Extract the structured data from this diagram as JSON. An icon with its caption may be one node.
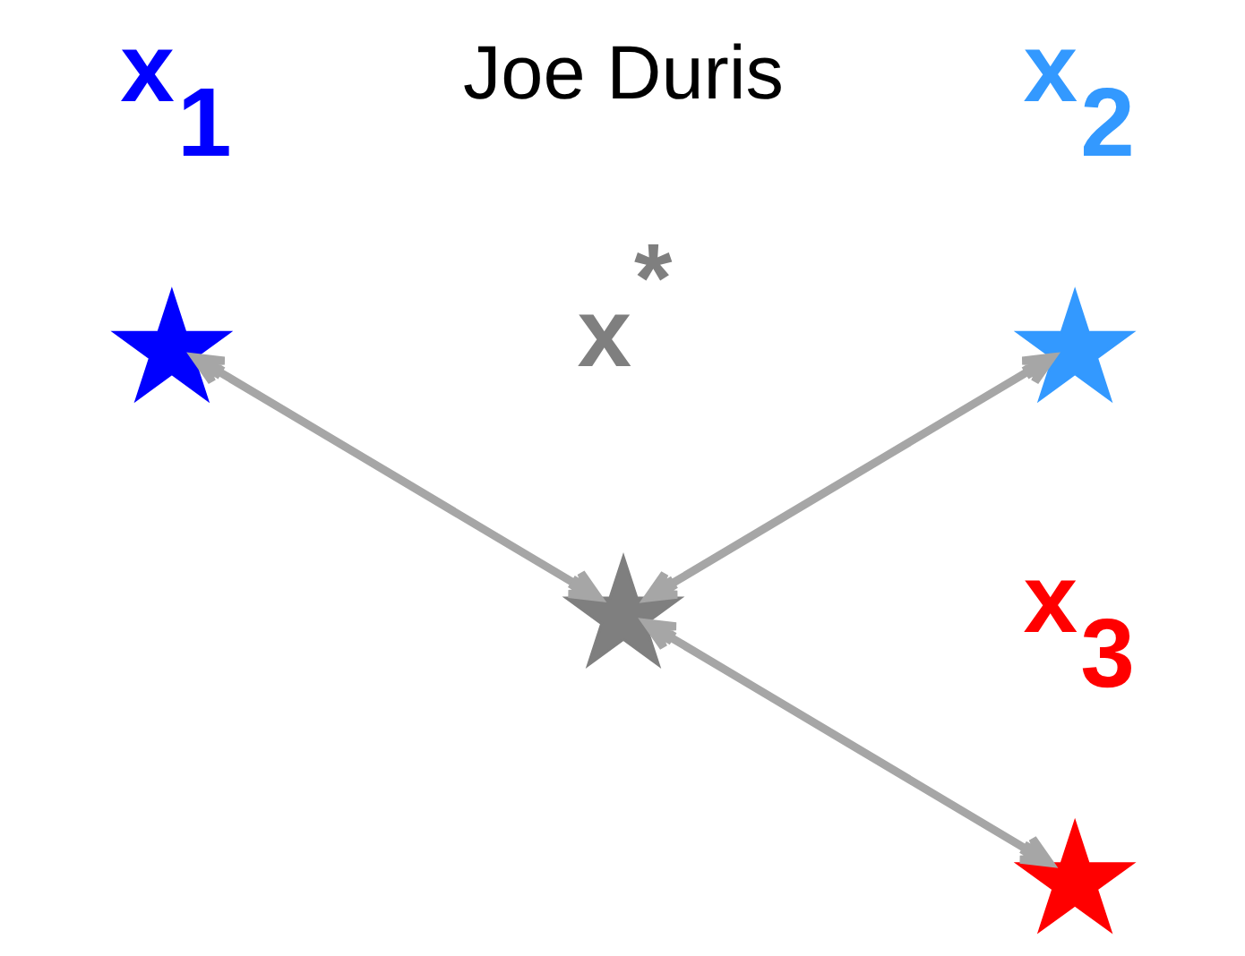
{
  "diagram": {
    "nodes": [
      {
        "text": [],
        "shape": "star",
        "beside": [
          "x$_{2}$"
        ]
      },
      {
        "text": [],
        "shape": "star",
        "beside": [
          "x$_{1}$"
        ]
      },
      {
        "text": [],
        "shape": "star",
        "beside": [
          "x$^{*}$"
        ]
      },
      {
        "text": [],
        "shape": "star",
        "beside": [
          "x$_{3}$"
        ]
      }
    ],
    "edges": [
      {
        "from": 1,
        "to": 2,
        "arrow": "both"
      },
      {
        "from": 2,
        "to": 0,
        "arrow": "both"
      },
      {
        "from": 2,
        "to": 3,
        "arrow": "both"
      }
    ],
    "labels": [
      "Joe Duris"
    ]
  }
}
